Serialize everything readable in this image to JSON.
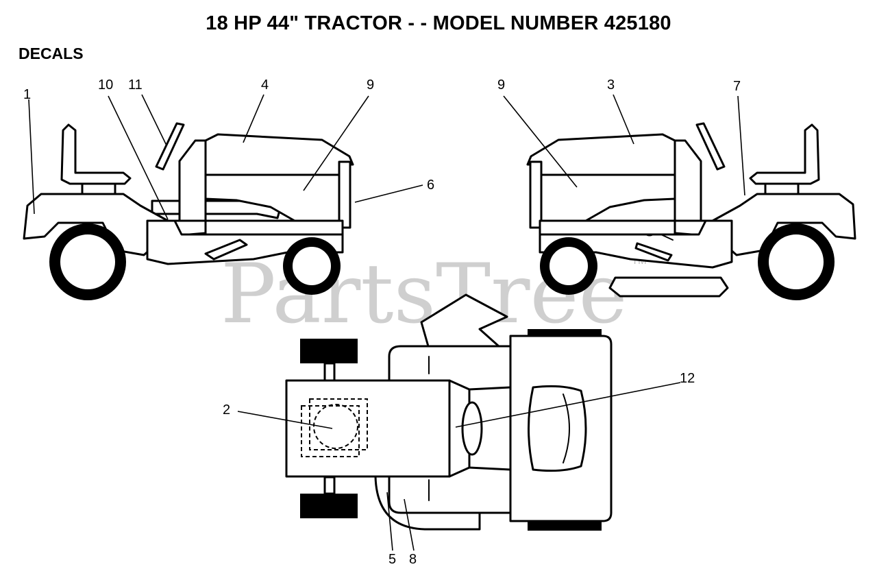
{
  "title": "18 HP 44\" TRACTOR - - MODEL NUMBER 425180",
  "section": "DECALS",
  "watermark": {
    "text": "PartsTree",
    "tm": "TM",
    "color": "#cfcfcf"
  },
  "callouts": {
    "c1": "1",
    "c2": "2",
    "c3": "3",
    "c4": "4",
    "c5": "5",
    "c6": "6",
    "c7": "7",
    "c8": "8",
    "c9a": "9",
    "c9b": "9",
    "c10": "10",
    "c11": "11",
    "c12": "12"
  }
}
